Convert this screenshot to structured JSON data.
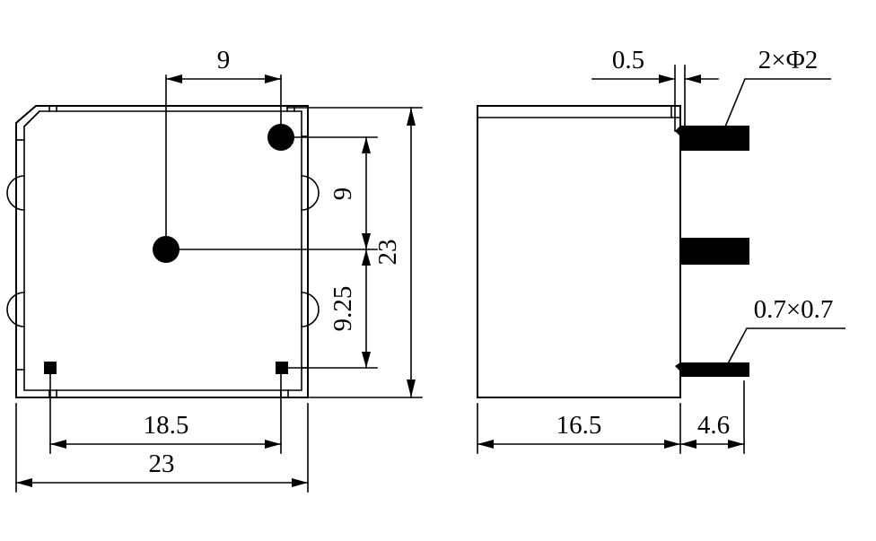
{
  "drawing": {
    "type": "mechanical-dimension-drawing",
    "description": "Two-view outline drawing of a relay body: front (top) view at left and side view at right, with millimetre dimensions.",
    "background_color": "#ffffff",
    "line_color": "#000000",
    "units": "mm"
  },
  "front_view": {
    "name": "front-view",
    "dimensions": {
      "pin_spacing_top": "9",
      "hole_offset_vertical": "9",
      "lower_offset_vertical": "9.25",
      "body_height": "23",
      "pin_span_horizontal": "18.5",
      "body_width": "23"
    },
    "features": {
      "hole_upper_label": "upper-round-hole",
      "hole_lower_label": "lower-round-hole",
      "terminal_left_label": "left-square-terminal",
      "terminal_right_label": "right-square-terminal",
      "notch_label": "side-notch"
    }
  },
  "side_view": {
    "name": "side-view",
    "dimensions": {
      "lid_thickness": "0.5",
      "hole_callout": "2×Φ2",
      "terminal_section": "0.7×0.7",
      "body_depth": "16.5",
      "terminal_depth": "4.6"
    },
    "features": {
      "terminal_top_label": "top-terminal",
      "terminal_middle_label": "middle-terminal",
      "terminal_bottom_label": "bottom-terminal",
      "lid_label": "lid-strip"
    }
  }
}
